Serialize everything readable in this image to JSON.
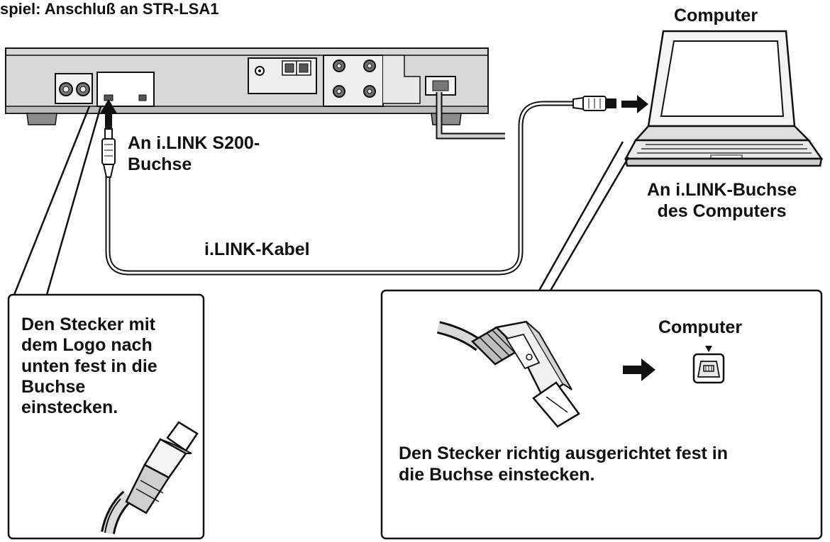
{
  "labels": {
    "header": "spiel: Anschluß an STR-LSA1",
    "computer_title": "Computer",
    "s200_jack_line1": "An i.LINK S200-",
    "s200_jack_line2": "Buchse",
    "computer_jack_line1": "An i.LINK-Buchse",
    "computer_jack_line2": "des Computers",
    "cable": "i.LINK-Kabel",
    "left_box_lines": [
      "Den Stecker mit",
      "dem Logo nach",
      "unten fest in die",
      "Buchse",
      "einstecken."
    ],
    "right_box_computer": "Computer",
    "right_box_line1": "Den Stecker richtig ausgerichtet fest in",
    "right_box_line2": "die Buchse einstecken."
  },
  "colors": {
    "ink": "#111111",
    "device_body": "#d6d6d6",
    "device_panel": "#ededed",
    "screen": "#ffffff"
  }
}
